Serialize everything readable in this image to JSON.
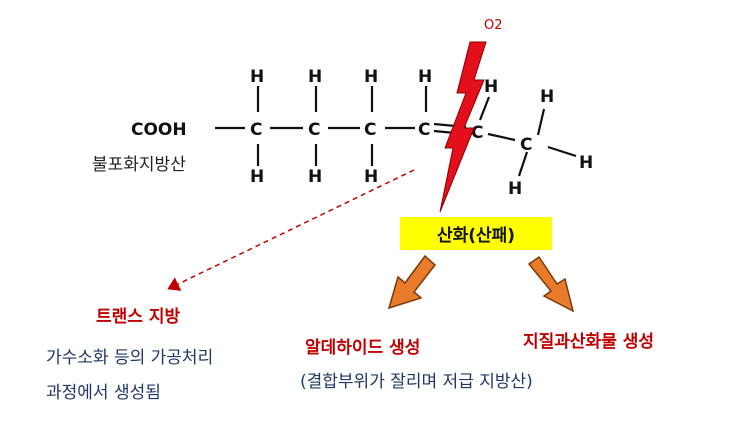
{
  "oxygen": "O2",
  "molecule": {
    "cooh": "COOH",
    "carbon": "C",
    "hydrogen": "H",
    "label": "불포화지방산"
  },
  "oxidation": "산화(산패)",
  "trans_fat": {
    "title": "트랜스 지방",
    "line1": "가수소화 등의 가공처리",
    "line2": "과정에서 생성됨"
  },
  "aldehyde": {
    "title": "알데하이드 생성",
    "desc": "(결합부위가 잘리며 저급 지방산)"
  },
  "peroxide": {
    "title": "지질과산화물 생성"
  },
  "colors": {
    "accent_red": "#c00000",
    "arrow_orange": "#e97b2c",
    "box_yellow": "#ffff00",
    "text_navy": "#1f3864",
    "lightning": "#e3101c"
  }
}
